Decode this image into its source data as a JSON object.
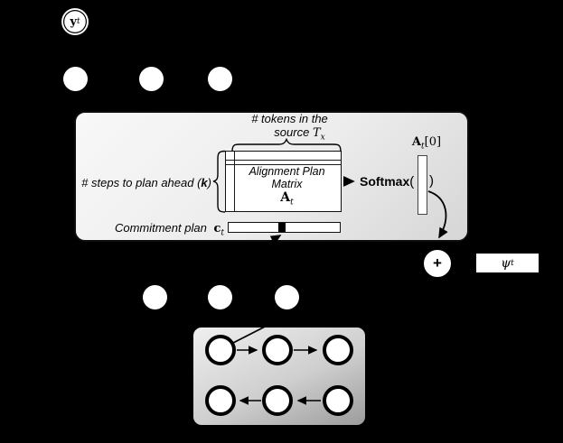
{
  "figure": {
    "output_node": {
      "base": "y",
      "sub": "t"
    },
    "big_box": {
      "tokens_label_line1": "# tokens in the",
      "tokens_label_line2": "source",
      "tokens_math": {
        "base": "T",
        "sub": "x"
      },
      "steps_label_prefix": "# steps to plan ahead (",
      "steps_label_k": "k",
      "steps_label_suffix": ")",
      "matrix": {
        "line1": "Alignment Plan",
        "line2": "Matrix",
        "math_base": "A",
        "math_sub": "t"
      },
      "commitment": {
        "label": "Commitment plan",
        "math_base": "c",
        "math_sub": "t"
      },
      "softmax": {
        "name": "Softmax",
        "open": "(",
        "close": ")"
      },
      "column_label": {
        "base": "A",
        "sub": "t",
        "suffix": "[0]"
      }
    },
    "plus_label": "+",
    "psi": {
      "base": "ψ",
      "sub": "t"
    }
  },
  "colors": {
    "background": "#000000",
    "panel_fill_start": "#f8f8f8",
    "panel_fill_end": "#d6d6d6",
    "encoder_fill_start": "#efefef",
    "encoder_fill_end": "#9c9c9c",
    "node_fill": "#ffffff",
    "ink": "#000000"
  }
}
